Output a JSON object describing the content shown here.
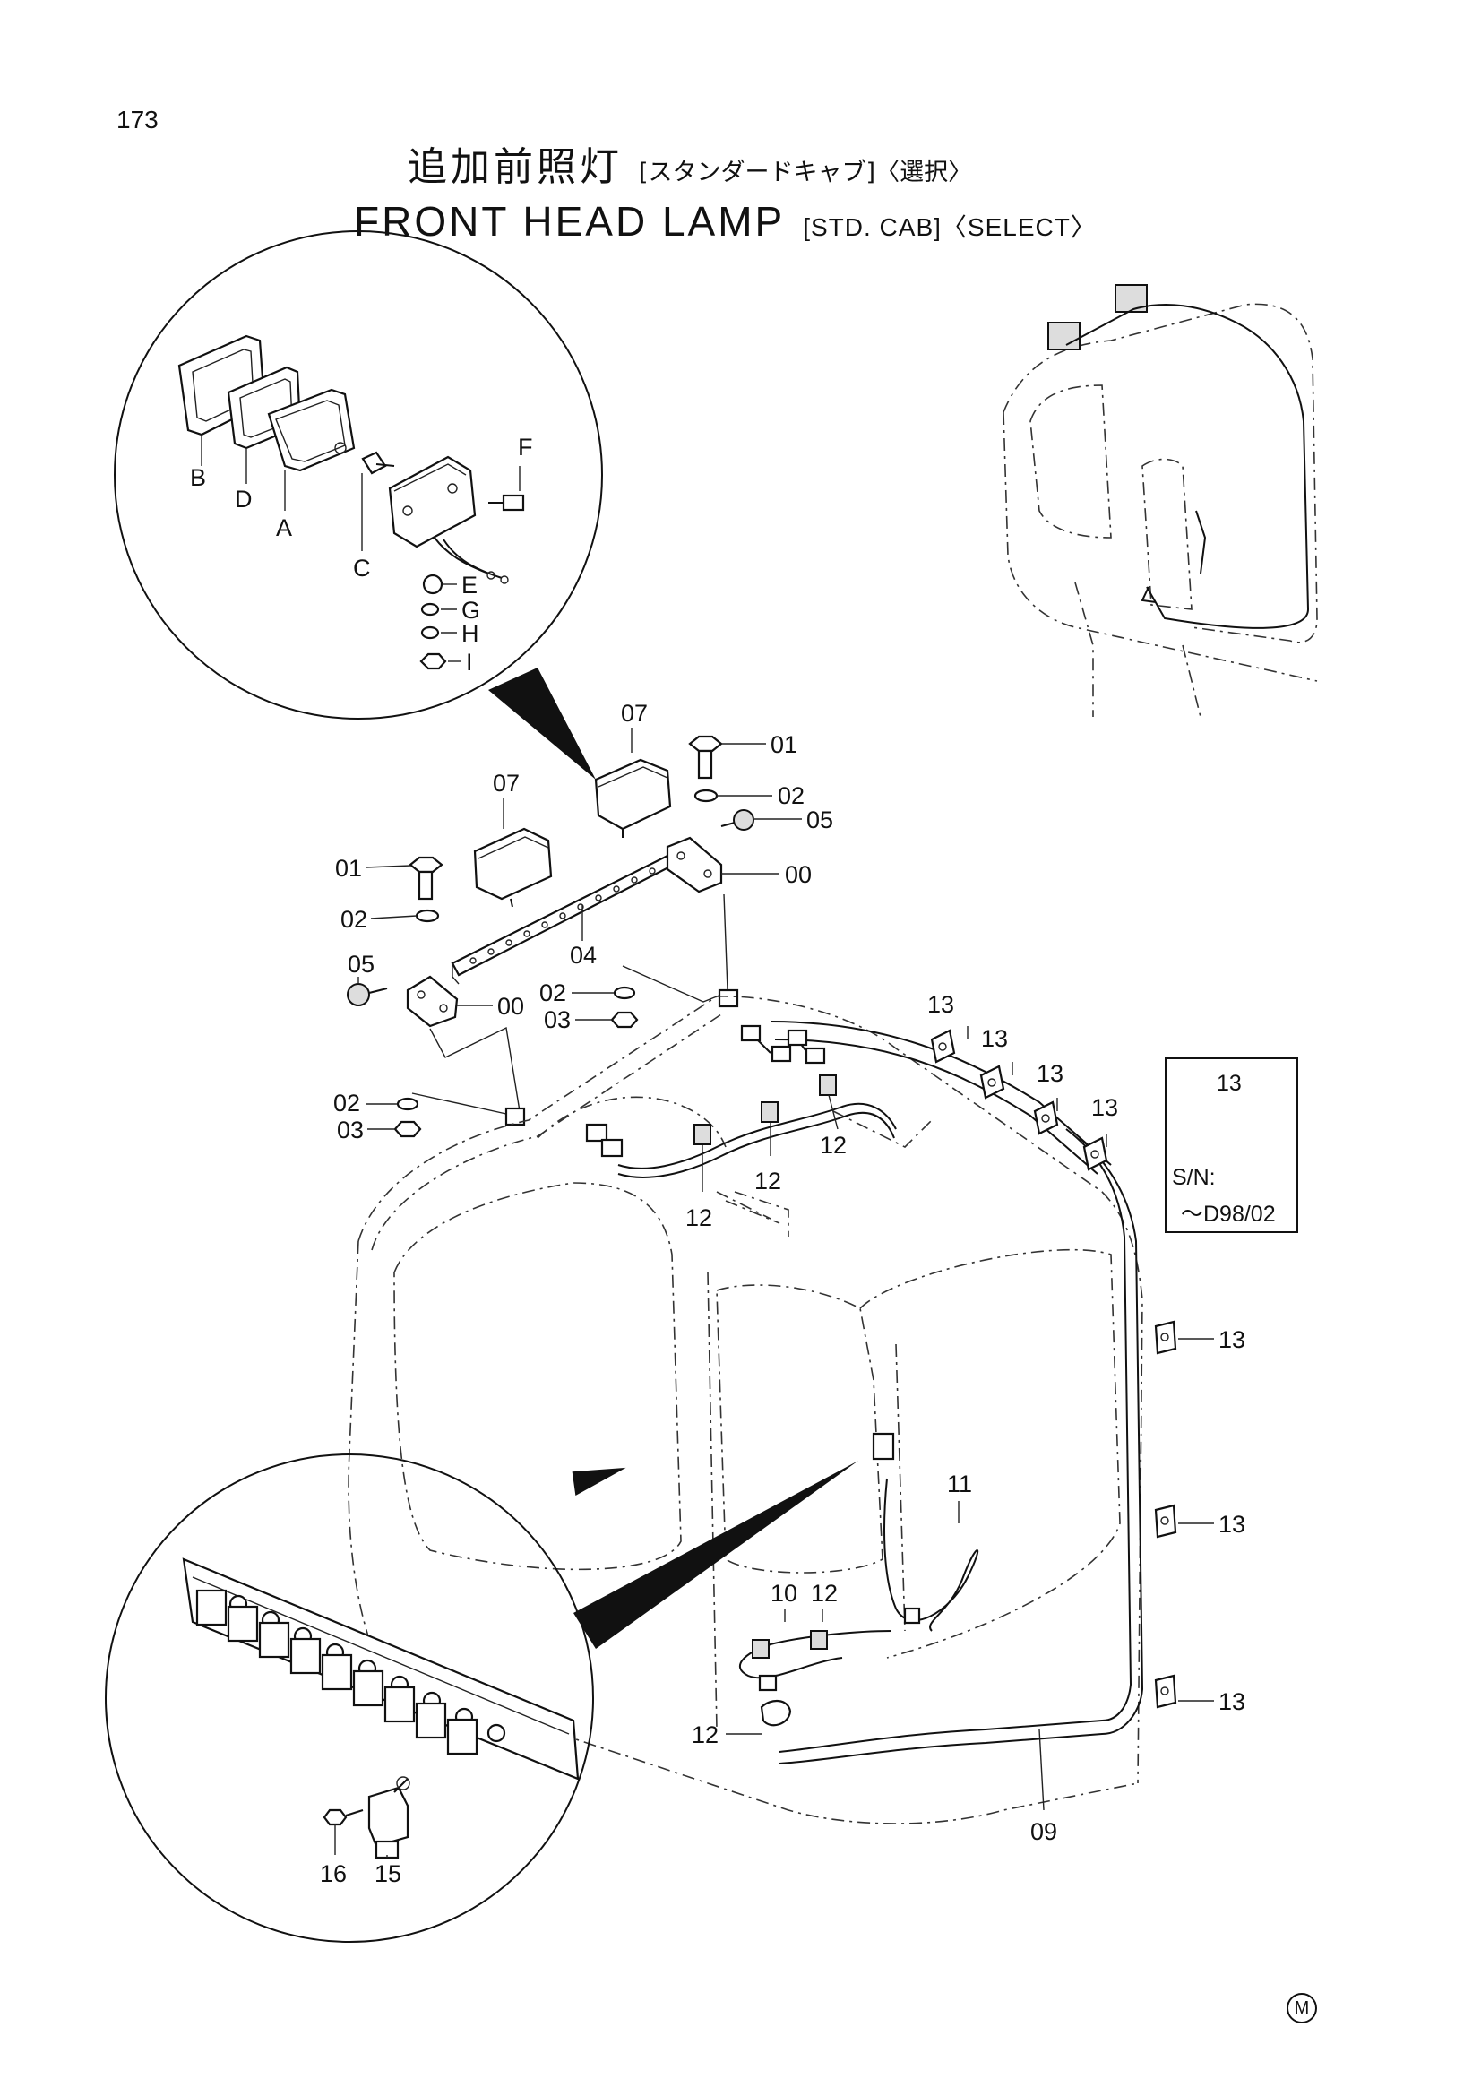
{
  "page_number": "173",
  "title": {
    "jp": "追加前照灯",
    "jp_sub": "[スタンダードキャブ]〈選択〉",
    "en": "FRONT HEAD LAMP",
    "en_sub": "[STD. CAB]〈SELECT〉"
  },
  "detail_labels": {
    "A": "A",
    "B": "B",
    "C": "C",
    "D": "D",
    "E": "E",
    "F": "F",
    "G": "G",
    "H": "H",
    "I": "I"
  },
  "callouts": {
    "p00": "00",
    "p01": "01",
    "p02": "02",
    "p03": "03",
    "p04": "04",
    "p05": "05",
    "p07": "07",
    "p09": "09",
    "p10": "10",
    "p11": "11",
    "p12": "12",
    "p13": "13",
    "p15": "15",
    "p16": "16"
  },
  "serial_note": {
    "part": "13",
    "label": "S/N:",
    "range": "～D98/02"
  },
  "footer_mark": "M"
}
